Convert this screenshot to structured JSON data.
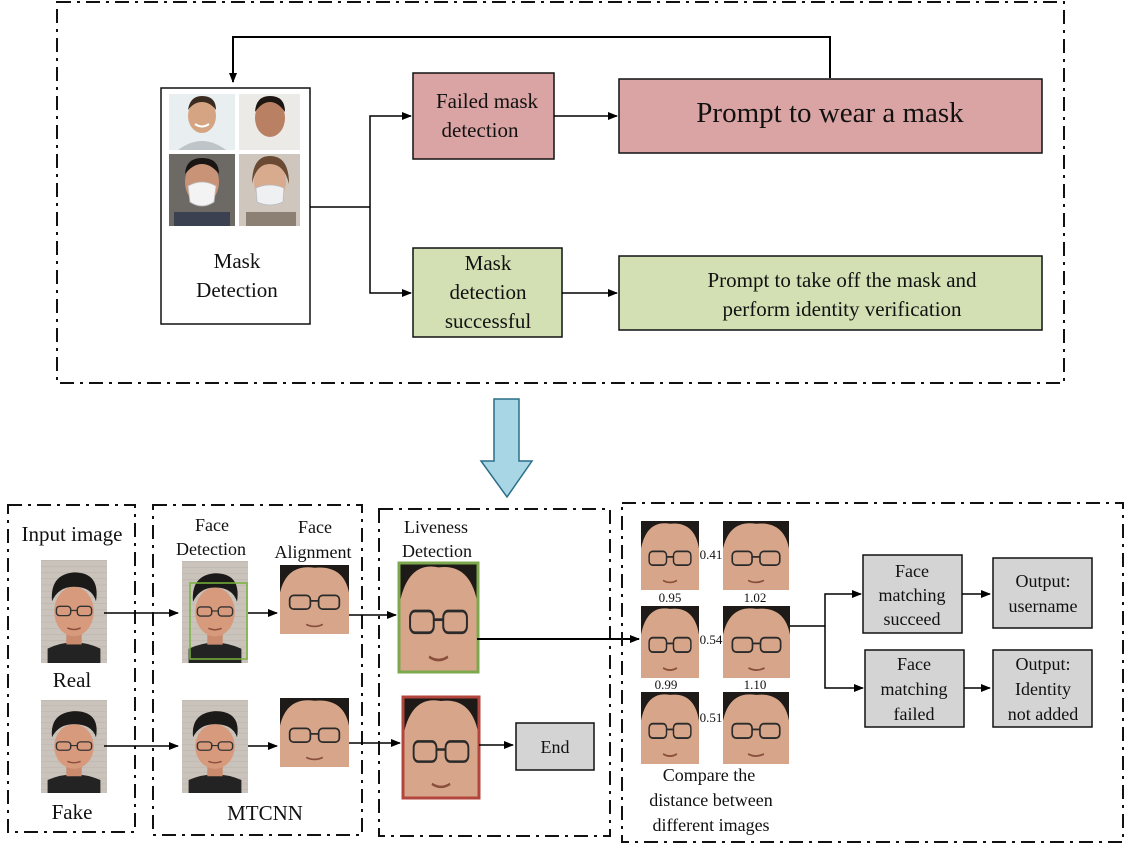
{
  "mask_stage": {
    "mask_detection_label_line1": "Mask",
    "mask_detection_label_line2": "Detection",
    "failed_box_line1": "Failed mask",
    "failed_box_line2": "detection",
    "prompt_wear_mask": "Prompt to wear a mask",
    "success_box_line1": "Mask",
    "success_box_line2": "detection",
    "success_box_line3": "successful",
    "prompt_take_off_line1": "Prompt to take off the mask and",
    "prompt_take_off_line2": "perform identity verification"
  },
  "input_stage": {
    "title": "Input image",
    "real_label": "Real",
    "fake_label": "Fake"
  },
  "mtcnn_stage": {
    "face_detection_line1": "Face",
    "face_detection_line2": "Detection",
    "face_alignment_line1": "Face",
    "face_alignment_line2": "Alignment",
    "footer": "MTCNN"
  },
  "liveness_stage": {
    "title_line1": "Liveness",
    "title_line2": "Detection",
    "end_label": "End"
  },
  "matching_stage": {
    "pair_distances": [
      "0.41",
      "0.54",
      "0.51"
    ],
    "confidence_row1": [
      "0.95",
      "1.02"
    ],
    "confidence_row2": [
      "0.99",
      "1.10"
    ],
    "caption_line1": "Compare the",
    "caption_line2": "distance between",
    "caption_line3": "different images",
    "succeed_line1": "Face",
    "succeed_line2": "matching",
    "succeed_line3": "succeed",
    "output_user_line1": "Output:",
    "output_user_line2": "username",
    "failed_line1": "Face",
    "failed_line2": "matching",
    "failed_line3": "failed",
    "output_fail_line1": "Output:",
    "output_fail_line2": "Identity",
    "output_fail_line3": "not added"
  },
  "colors": {
    "failed_fill": "#dba4a4",
    "success_fill": "#d2e0b4",
    "gray_box": "#d4d4d4",
    "arrow_fill": "#a9d6e5",
    "live_border": "#7ea84e",
    "fake_border": "#b4453d"
  }
}
